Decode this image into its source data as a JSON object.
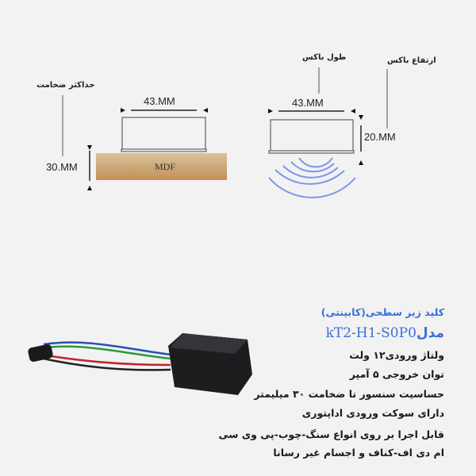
{
  "diagram_left": {
    "label": "حداکثر ضخامت",
    "width": "43.MM",
    "thickness": "30.MM",
    "material": "MDF"
  },
  "diagram_right": {
    "length_label": "طول باکس",
    "height_label": "ارتفاع باکس",
    "width": "43.MM",
    "height": "20.MM"
  },
  "product": {
    "title": "کلید زیر سطحی(کابینتی)",
    "model_prefix": "مدل",
    "model": "kT2-H1-S0P0",
    "specs": [
      "ولتاژ ورودی۱۲ ولت",
      "توان خروجی ۵ آمپر",
      "حساسیت سنسور تا ضخامت ۳۰ میلیمتر",
      "دارای سوکت ورودی اداپتوری",
      "قابل اجرا  بر روی انواع سنگ-چوب-پی وی سی",
      "ام دی اف-کناف و اجسام غیر رسانا"
    ],
    "accent": "#3a6fd8"
  }
}
